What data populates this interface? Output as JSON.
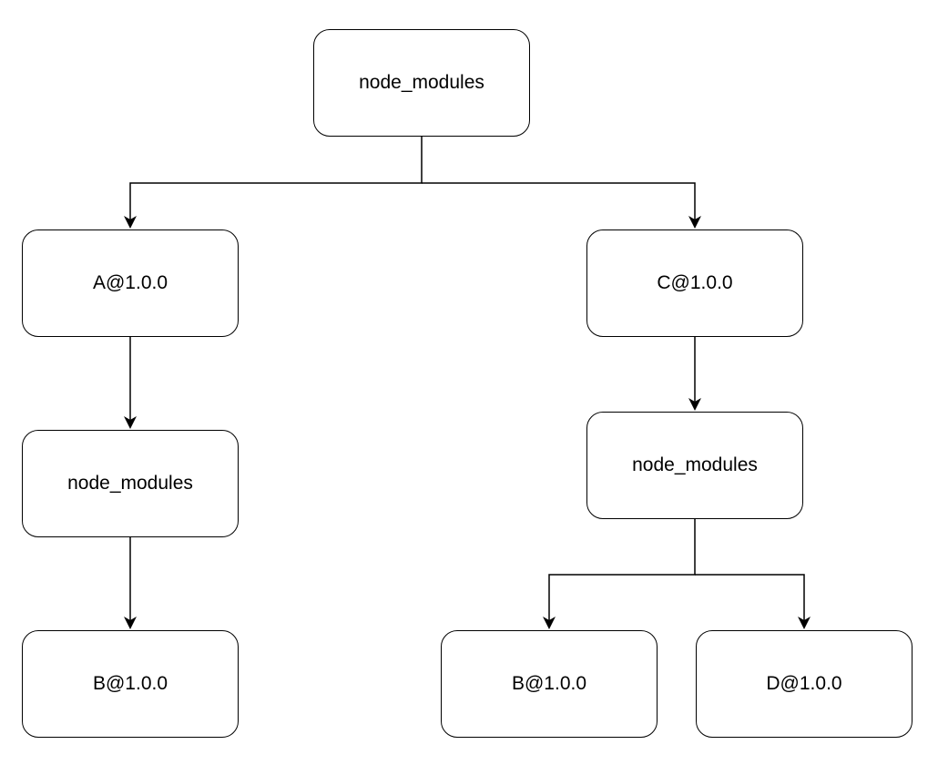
{
  "diagram": {
    "root": {
      "label": "node_modules"
    },
    "left_branch": {
      "package": {
        "label": "A@1.0.0"
      },
      "nested_modules": {
        "label": "node_modules"
      },
      "children": [
        {
          "label": "B@1.0.0"
        }
      ]
    },
    "right_branch": {
      "package": {
        "label": "C@1.0.0"
      },
      "nested_modules": {
        "label": "node_modules"
      },
      "children": [
        {
          "label": "B@1.0.0"
        },
        {
          "label": "D@1.0.0"
        }
      ]
    },
    "colors": {
      "stroke": "#000000",
      "fill": "#ffffff",
      "text": "#000000"
    }
  }
}
